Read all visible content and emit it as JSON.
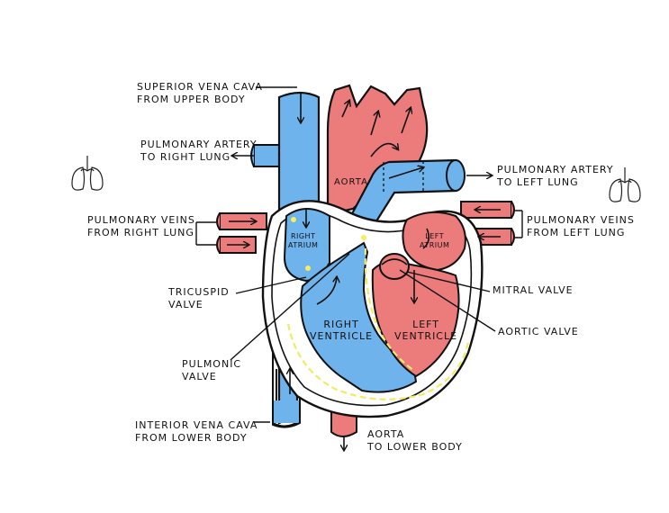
{
  "colors": {
    "deoxygenated": "#6fb3ec",
    "oxygenated": "#ec7b7c",
    "outline": "#111111",
    "valve_marker": "#f6ef57",
    "septum_line": "#f2ea63"
  },
  "icons": {
    "left": "lungs-icon",
    "right": "lungs-icon"
  },
  "labels": {
    "svc": [
      "SUPERIOR VENA CAVA",
      "FROM UPPER BODY"
    ],
    "pa_right": [
      "PULMONARY ARTERY",
      "TO RIGHT LUNG"
    ],
    "pv_right": [
      "PULMONARY VEINS",
      "FROM RIGHT LUNG"
    ],
    "tricuspid": [
      "TRICUSPID",
      "VALVE"
    ],
    "pulmonic": [
      "PULMONIC",
      "VALVE"
    ],
    "ivc": [
      "INTERIOR VENA CAVA",
      "FROM LOWER BODY"
    ],
    "pa_left": [
      "PULMONARY ARTERY",
      "TO LEFT LUNG"
    ],
    "pv_left": [
      "PULMONARY VEINS",
      "FROM LEFT LUNG"
    ],
    "mitral": [
      "MITRAL VALVE"
    ],
    "aortic": [
      "AORTIC VALVE"
    ],
    "aorta_lower": [
      "AORTA",
      "TO LOWER BODY"
    ],
    "aorta": "AORTA",
    "right_atrium": [
      "RIGHT",
      "ATRIUM"
    ],
    "left_atrium": [
      "LEFT",
      "ATRIUM"
    ],
    "right_ventricle": [
      "RIGHT",
      "VENTRICLE"
    ],
    "left_ventricle": [
      "LEFT",
      "VENTRICLE"
    ]
  }
}
